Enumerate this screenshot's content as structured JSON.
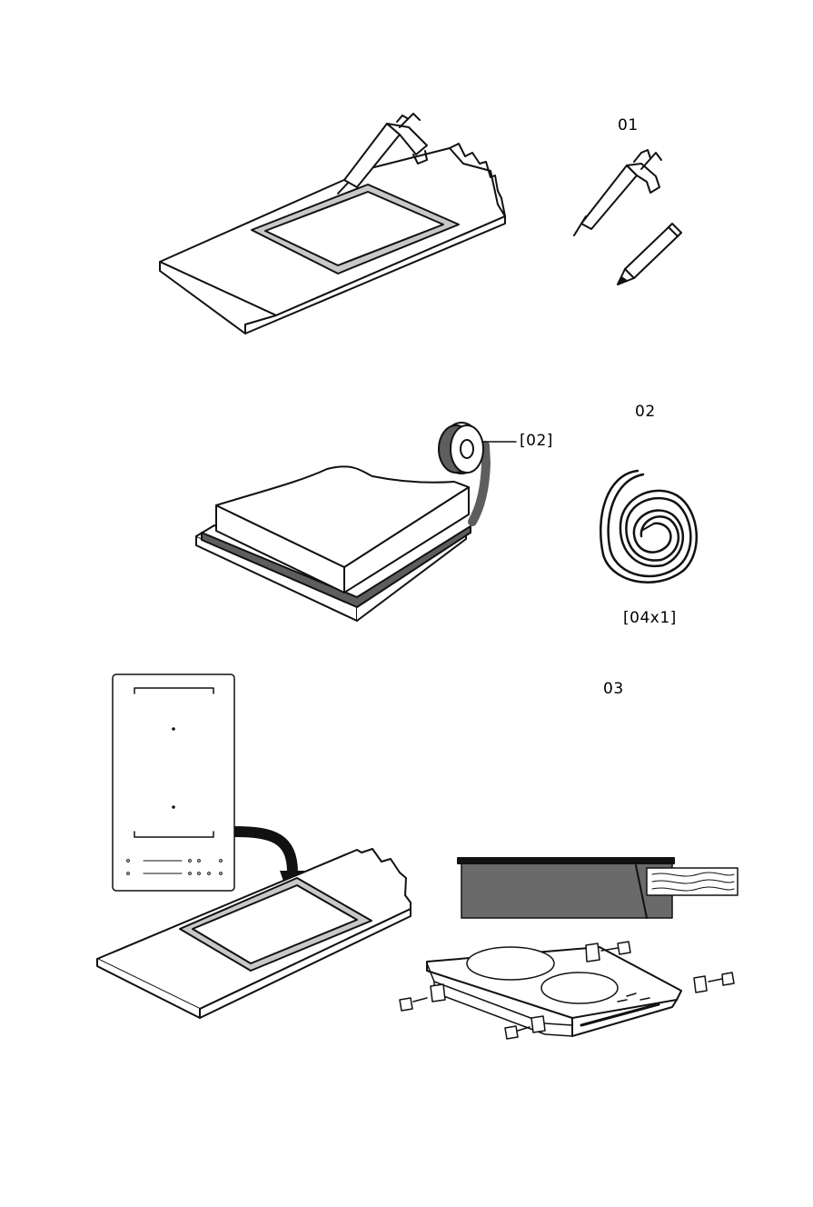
{
  "steps": [
    {
      "number": "01"
    },
    {
      "number": "02",
      "callout": "[02]",
      "quantity": "[04x1]"
    },
    {
      "number": "03"
    }
  ],
  "colors": {
    "line": "#111111",
    "seal": "#c8c8c8",
    "foam_tape": "#5e5e5e",
    "hob_side": "#6a6a6a",
    "wood": "#ffffff"
  },
  "icons": [
    "caulk-gun-icon",
    "pencil-icon",
    "tape-roll-icon",
    "tape-coil-icon",
    "arrow-icon",
    "screw-icon",
    "bracket-icon"
  ]
}
